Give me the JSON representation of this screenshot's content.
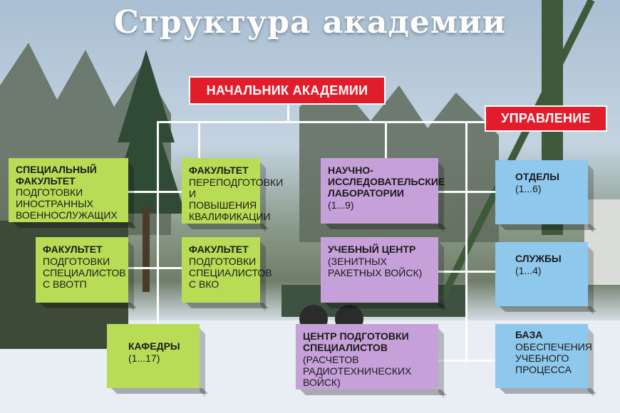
{
  "title": "Структура академии",
  "head": "НАЧАЛЬНИК АКАДЕМИИ",
  "management": "УПРАВЛЕНИЕ",
  "faculties": {
    "special": {
      "bold": "СПЕЦИАЛЬНЫЙ ФАКУЛЬТЕТ",
      "rest": "ПОДГОТОВКИ ИНОСТРАННЫХ ВОЕННОСЛУЖАЩИХ"
    },
    "retraining": {
      "bold": "ФАКУЛЬТЕТ",
      "rest": "ПЕРЕПОДГОТОВКИ И ПОВЫШЕНИЯ КВАЛИФИКАЦИИ"
    },
    "vvotp": {
      "bold": "ФАКУЛЬТЕТ",
      "rest": "ПОДГОТОВКИ СПЕЦИАЛИСТОВ С ВВОТП"
    },
    "vko": {
      "bold": "ФАКУЛЬТЕТ",
      "rest": "ПОДГОТОВКИ СПЕЦИАЛИСТОВ С ВКО"
    },
    "departments": {
      "bold": "КАФЕДРЫ",
      "count": "(1...17)"
    }
  },
  "research": {
    "labs": {
      "bold": "НАУЧНО-ИССЛЕДОВАТЕЛЬСКИЕ ЛАБОРАТОРИИ",
      "count": "(1...9)"
    },
    "training_center": {
      "bold": "УЧЕБНЫЙ ЦЕНТР",
      "rest": "(ЗЕНИТНЫХ РАКЕТНЫХ ВОЙСК)"
    },
    "specialists_center": {
      "bold": "ЦЕНТР ПОДГОТОВКИ СПЕЦИАЛИСТОВ",
      "rest": "(РАСЧЕТОВ РАДИОТЕХНИЧЕСКИХ ВОЙСК)"
    }
  },
  "admin": {
    "sections": {
      "bold": "ОТДЕЛЫ",
      "count": "(1...6)"
    },
    "services": {
      "bold": "СЛУЖБЫ",
      "count": "(1...4)"
    },
    "base": {
      "bold": "БАЗА",
      "rest": "ОБЕСПЕЧЕНИЯ УЧЕБНОГО ПРОЦЕССА"
    }
  },
  "colors": {
    "red": "#e21d2b",
    "green": "#b8dc55",
    "purple": "#c6a0d8",
    "blue": "#8ec8ec"
  }
}
